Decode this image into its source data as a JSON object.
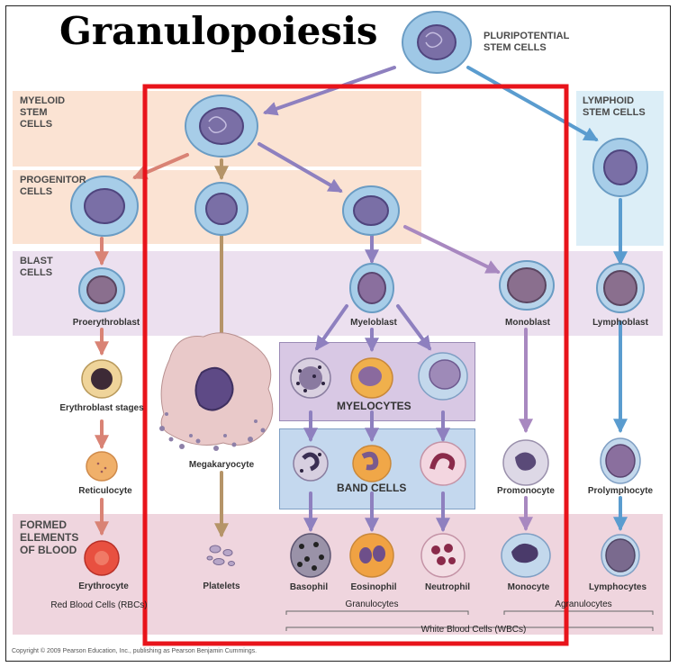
{
  "title": "Granulopoiesis",
  "top_cell": "PLURIPOTENTIAL\nSTEM CELLS",
  "bands": {
    "myeloid": "MYELOID\nSTEM\nCELLS",
    "progenitor": "PROGENITOR\nCELLS",
    "blast": "BLAST\nCELLS",
    "formed": "FORMED\nELEMENTS\nOF BLOOD",
    "lymphoid": "LYMPHOID\nSTEM CELLS"
  },
  "cells": {
    "proerythroblast": "Proerythroblast",
    "erythroblast": "Erythroblast stages",
    "reticulocyte": "Reticulocyte",
    "erythrocyte": "Erythrocyte",
    "megakaryocyte": "Megakaryocyte",
    "platelets": "Platelets",
    "myeloblast": "Myeloblast",
    "monoblast": "Monoblast",
    "lymphoblast": "Lymphoblast",
    "promonocyte": "Promonocyte",
    "prolymphocyte": "Prolymphocyte",
    "basophil": "Basophil",
    "eosinophil": "Eosinophil",
    "neutrophil": "Neutrophil",
    "monocyte": "Monocyte",
    "lymphocytes": "Lymphocytes"
  },
  "stage_boxes": {
    "myelocytes": "MYELOCYTES",
    "band_cells": "BAND CELLS"
  },
  "groups": {
    "rbc": "Red Blood Cells (RBCs)",
    "granulocytes": "Granulocytes",
    "agranulocytes": "Agranulocytes",
    "wbc": "White Blood Cells (WBCs)"
  },
  "copyright": "Copyright © 2009 Pearson Education, Inc., publishing as Pearson Benjamin Cummings.",
  "colors": {
    "highlight": "#e8141b",
    "myeloid_band": "#fbe3d3",
    "blast_band": "#ece0ef",
    "formed_band": "#efd5de",
    "lymphoid_band": "#dceef7",
    "myelocyte_box": "#d8c8e4",
    "band_cell_box": "#c4d8ee",
    "arrow_erythroid": "#d98375",
    "arrow_megakaryocyte": "#b59468",
    "arrow_myeloid": "#8e80bf",
    "arrow_monocyte": "#a888c0",
    "arrow_lymphoid": "#5a9ccf"
  }
}
